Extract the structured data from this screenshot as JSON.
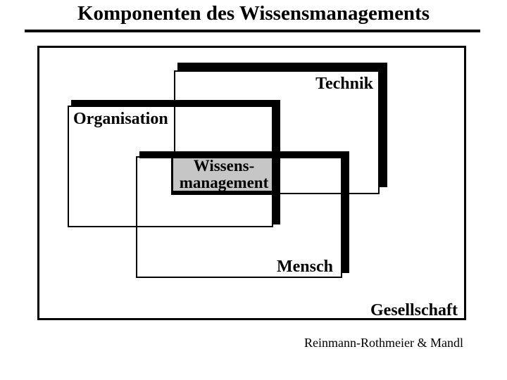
{
  "slide": {
    "title": "Komponenten des Wissensmanagements",
    "attribution": "Reinmann-Rothmeier & Mandl"
  },
  "diagram": {
    "type": "overlapping-rectangles",
    "nodes": [
      {
        "id": "gesellschaft",
        "label": "Gesellschaft"
      },
      {
        "id": "technik",
        "label": "Technik"
      },
      {
        "id": "organisation",
        "label": "Organisation"
      },
      {
        "id": "mensch",
        "label": "Mensch"
      },
      {
        "id": "wissensmanagement",
        "label_line1": "Wissens-",
        "label_line2": "management"
      }
    ],
    "colors": {
      "line": "#000000",
      "background": "#ffffff",
      "core_fill": "#c6c6c6"
    }
  }
}
